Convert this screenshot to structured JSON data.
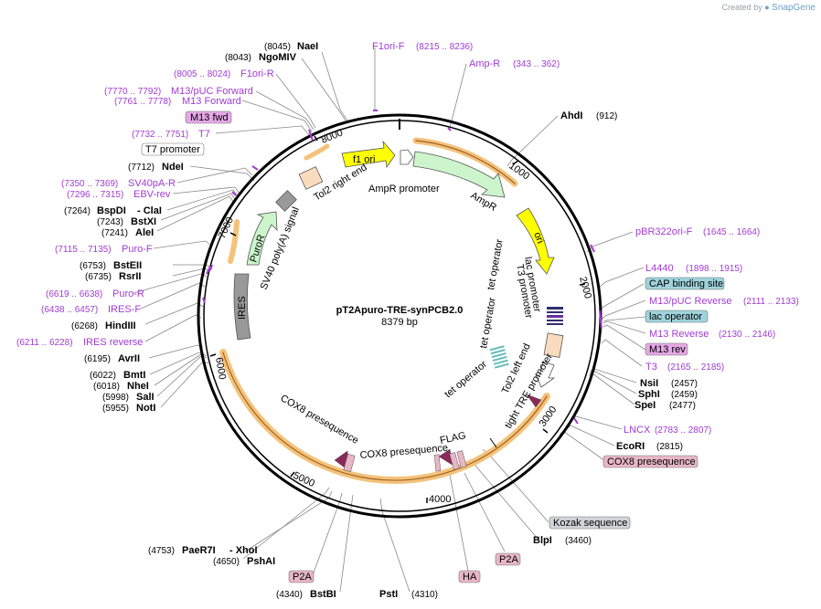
{
  "credit": {
    "prefix": "Created by",
    "brand": "SnapGene"
  },
  "plasmid": {
    "name": "pT2Apuro-TRE-synPCB2.0",
    "size": "8379 bp"
  },
  "ticks": [
    "1000",
    "2000",
    "3000",
    "4000",
    "5000",
    "6000",
    "7000",
    "8000"
  ],
  "enzymes": [
    {
      "name": "NaeI",
      "pos": "(8045)"
    },
    {
      "name": "NgoMIV",
      "pos": "(8043)"
    },
    {
      "name": "NdeI",
      "pos": "(7712)"
    },
    {
      "name": "BspDI",
      "pos": "(7264)",
      "extra": "- ClaI"
    },
    {
      "name": "BstXI",
      "pos": "(7243)"
    },
    {
      "name": "AleI",
      "pos": "(7241)"
    },
    {
      "name": "BstEII",
      "pos": "(6753)"
    },
    {
      "name": "RsrII",
      "pos": "(6735)"
    },
    {
      "name": "HindIII",
      "pos": "(6268)"
    },
    {
      "name": "AvrII",
      "pos": "(6195)"
    },
    {
      "name": "BmtI",
      "pos": "(6022)"
    },
    {
      "name": "NheI",
      "pos": "(6018)"
    },
    {
      "name": "SalI",
      "pos": "(5998)"
    },
    {
      "name": "NotI",
      "pos": "(5955)"
    },
    {
      "name": "AhdI",
      "pos": "(912)"
    },
    {
      "name": "NsiI",
      "pos": "(2457)"
    },
    {
      "name": "SphI",
      "pos": "(2459)"
    },
    {
      "name": "SpeI",
      "pos": "(2477)"
    },
    {
      "name": "EcoRI",
      "pos": "(2815)"
    },
    {
      "name": "BlpI",
      "pos": "(3460)"
    },
    {
      "name": "PaeR7I",
      "pos": "(4753)",
      "extra": "- XhoI"
    },
    {
      "name": "PshAI",
      "pos": "(4650)"
    },
    {
      "name": "BstBI",
      "pos": "(4340)"
    },
    {
      "name": "PstI",
      "pos": "(4310)"
    }
  ],
  "primers": [
    {
      "name": "F1ori-F",
      "pos": "(8215 .. 8236)"
    },
    {
      "name": "Amp-R",
      "pos": "(343 .. 362)"
    },
    {
      "name": "F1ori-R",
      "pos": "(8005 .. 8024)"
    },
    {
      "name": "M13/pUC Forward",
      "pos": "(7770 .. 7792)"
    },
    {
      "name": "M13 Forward",
      "pos": "(7761 .. 7778)"
    },
    {
      "name": "T7",
      "pos": "(7732 .. 7751)"
    },
    {
      "name": "SV40pA-R",
      "pos": "(7350 .. 7369)"
    },
    {
      "name": "EBV-rev",
      "pos": "(7296 .. 7315)"
    },
    {
      "name": "Puro-F",
      "pos": "(7115 .. 7135)"
    },
    {
      "name": "Puro-R",
      "pos": "(6619 .. 6638)"
    },
    {
      "name": "IRES-F",
      "pos": "(6438 .. 6457)"
    },
    {
      "name": "IRES reverse",
      "pos": "(6211 .. 6228)"
    },
    {
      "name": "pBR322ori-F",
      "pos": "(1645 .. 1664)"
    },
    {
      "name": "L4440",
      "pos": "(1898 .. 1915)"
    },
    {
      "name": "M13/pUC Reverse",
      "pos": "(2111 .. 2133)"
    },
    {
      "name": "M13 Reverse",
      "pos": "(2130 .. 2146)"
    },
    {
      "name": "T3",
      "pos": "(2165 .. 2185)"
    },
    {
      "name": "LNCX",
      "pos": "(2783 .. 2807)"
    }
  ],
  "boxes": {
    "m13fwd": "M13 fwd",
    "t7promoter": "T7 promoter",
    "cap": "CAP binding site",
    "lacop": "lac operator",
    "m13rev": "M13 rev",
    "cox8": "COX8 presequence",
    "kozak": "Kozak sequence",
    "p2a_a": "P2A",
    "p2a_b": "P2A",
    "ha": "HA"
  },
  "features": {
    "f1ori": "f1 ori",
    "ori": "ori",
    "ampr": "AmpR",
    "amprpromoter": "AmpR promoter",
    "tol2right": "Tol2 right end",
    "sv40": "SV40 poly(A) signal",
    "puror": "PuroR",
    "ires": "IRES",
    "lacpromoter": "lac promoter",
    "t3promoter": "T3 promoter",
    "tetop1": "tet operator",
    "tetop2": "tet operator",
    "tetop3": "tet operator",
    "tol2left": "Tol2 left end",
    "tightTRE": "tight TRE promoter",
    "flag": "FLAG",
    "cox8a": "COX8 presequence",
    "cox8b": "COX8 presequence"
  },
  "colors": {
    "primer": "#a23bd3",
    "backbone": "#000000",
    "orf": "#f5c27a",
    "ampr": "#ccf5cc",
    "ori": "#ffff00",
    "ires": "#999999",
    "boxgreen": "#9fd3dc",
    "boxpurple": "#e5a8e5",
    "boxpink": "#e8b6c6",
    "boxgray": "#d0d4d8"
  }
}
